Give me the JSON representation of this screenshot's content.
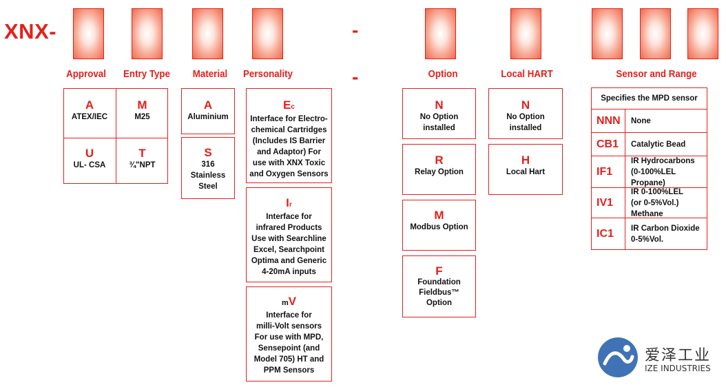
{
  "prefix": "XNX-",
  "dash": "-",
  "headers": {
    "approval": "Approval",
    "entry_type": "Entry Type",
    "material": "Material",
    "personality": "Personality",
    "option": "Option",
    "local_hart": "Local HART",
    "sensor_range": "Sensor and Range"
  },
  "approval": [
    {
      "code": "A",
      "desc": "ATEX/IEC"
    },
    {
      "code": "U",
      "desc": "UL- CSA"
    }
  ],
  "entry_type": [
    {
      "code": "M",
      "desc": "M25"
    },
    {
      "code": "T",
      "desc": "¾\"NPT"
    }
  ],
  "material": [
    {
      "code": "A",
      "desc": "Aluminium"
    },
    {
      "code": "S",
      "desc": "316\nStainless\nSteel"
    }
  ],
  "personality": [
    {
      "code": "E",
      "sub": "c",
      "desc": "Interface for Electro-\nchemical Cartridges\n(Includes IS Barrier\nand Adaptor) For\nuse with XNX Toxic\nand Oxygen Sensors"
    },
    {
      "code": "I",
      "sub": "r",
      "desc": "Interface for\ninfrared Products\nUse with Searchline\nExcel, Searchpoint\nOptima and Generic\n4-20mA inputs"
    },
    {
      "pre": "m",
      "code": "V",
      "desc": "Interface for\nmilli-Volt sensors\nFor use with MPD,\nSensepoint (and\nModel 705) HT and\nPPM Sensors"
    }
  ],
  "option": [
    {
      "code": "N",
      "desc": "No Option\ninstalled"
    },
    {
      "code": "R",
      "desc": "Relay Option"
    },
    {
      "code": "M",
      "desc": "Modbus Option"
    },
    {
      "code": "F",
      "desc": "Foundation\nFieldbus™\nOption"
    }
  ],
  "local_hart": [
    {
      "code": "N",
      "desc": "No Option\ninstalled"
    },
    {
      "code": "H",
      "desc": "Local Hart"
    }
  ],
  "sensor": {
    "caption": "Specifies the MPD sensor",
    "rows": [
      {
        "code": "NNN",
        "desc": "None"
      },
      {
        "code": "CB1",
        "desc": "Catalytic Bead"
      },
      {
        "code": "IF1",
        "desc": "IR Hydrocarbons\n(0-100%LEL Propane)"
      },
      {
        "code": "IV1",
        "desc": "IR 0-100%LEL\n(or 0-5%Vol.) Methane"
      },
      {
        "code": "IC1",
        "desc": "IR Carbon Dioxide\n0-5%Vol."
      }
    ]
  },
  "logo": {
    "cn": "爱泽工业",
    "en": "IZE INDUSTRIES",
    "brand_color": "#1e5aa8"
  },
  "colors": {
    "accent": "#e3201b"
  }
}
